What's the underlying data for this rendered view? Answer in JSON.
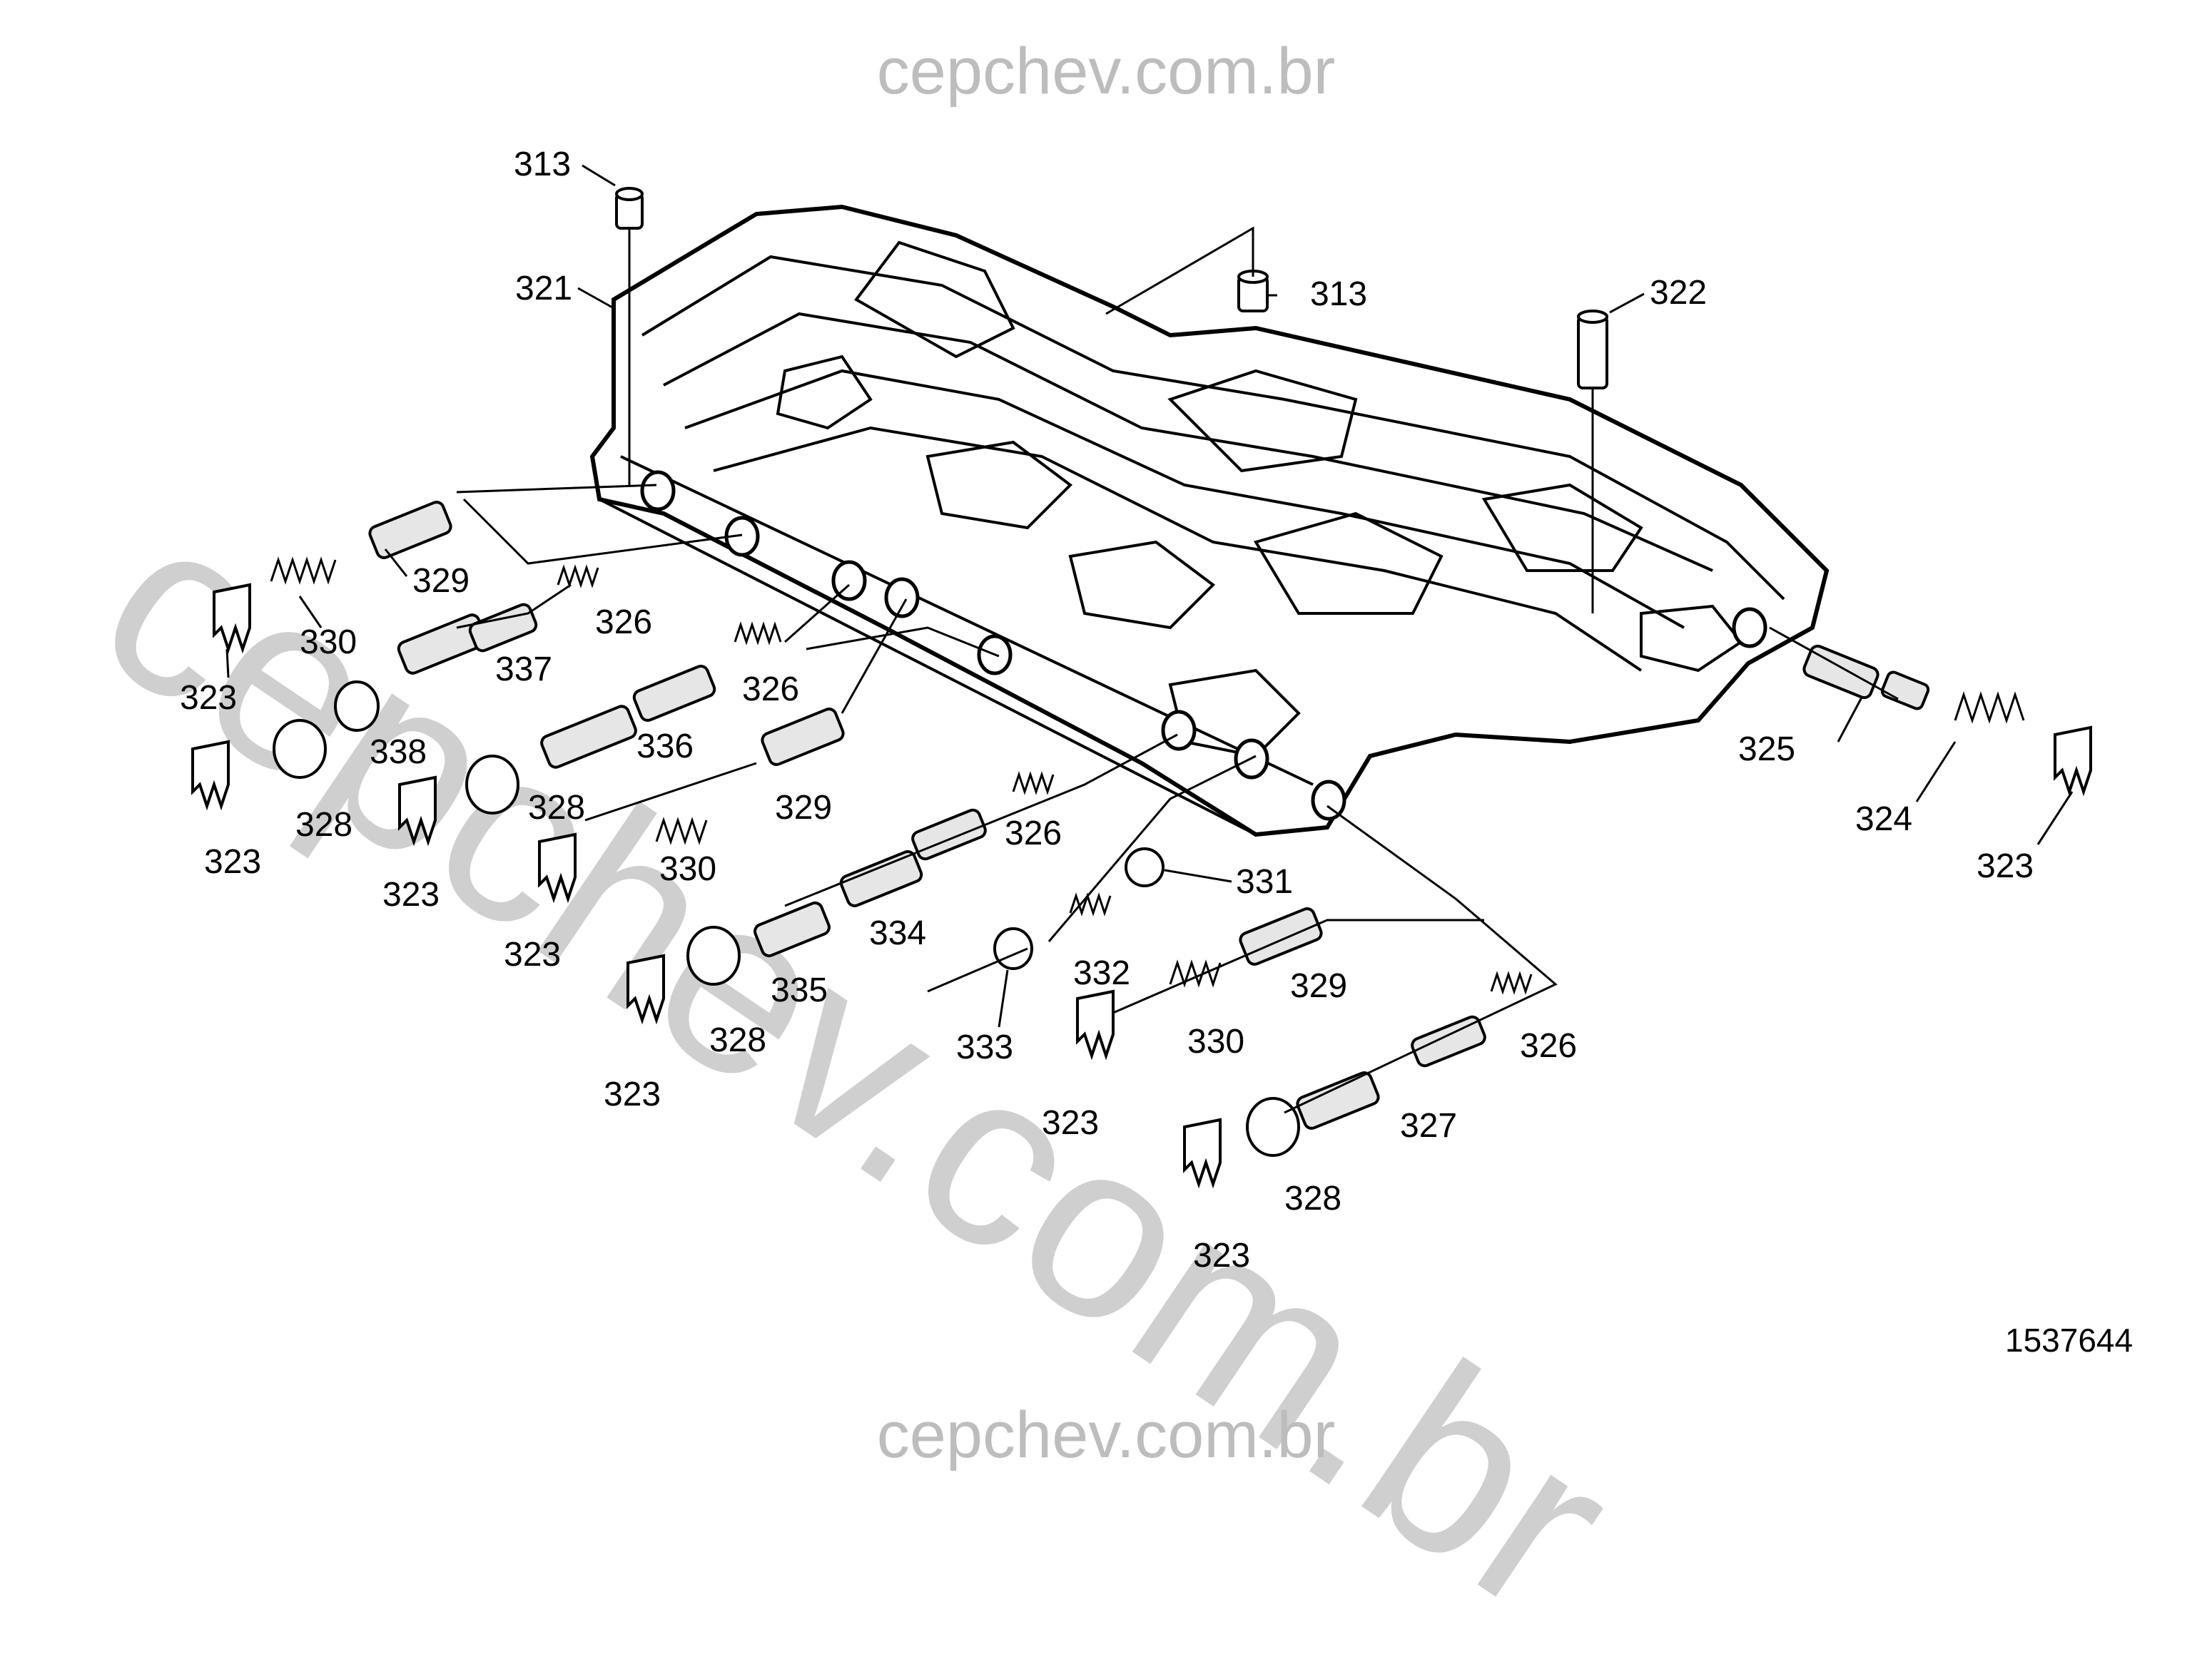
{
  "watermark": {
    "top": "cepchev.com.br",
    "bottom": "cepchev.com.br",
    "diagonal": "cepchev.com.br"
  },
  "figure_number": "1537644",
  "callouts": [
    {
      "id": "c313a",
      "text": "313"
    },
    {
      "id": "c313b",
      "text": "313"
    },
    {
      "id": "c321",
      "text": "321"
    },
    {
      "id": "c322",
      "text": "322"
    },
    {
      "id": "c329a",
      "text": "329"
    },
    {
      "id": "c330a",
      "text": "330"
    },
    {
      "id": "c323a",
      "text": "323"
    },
    {
      "id": "c326a",
      "text": "326"
    },
    {
      "id": "c337",
      "text": "337"
    },
    {
      "id": "c338",
      "text": "338"
    },
    {
      "id": "c328a",
      "text": "328"
    },
    {
      "id": "c323b",
      "text": "323"
    },
    {
      "id": "c326b",
      "text": "326"
    },
    {
      "id": "c336",
      "text": "336"
    },
    {
      "id": "c328b",
      "text": "328"
    },
    {
      "id": "c323c",
      "text": "323"
    },
    {
      "id": "c329b",
      "text": "329"
    },
    {
      "id": "c330b",
      "text": "330"
    },
    {
      "id": "c323d",
      "text": "323"
    },
    {
      "id": "c326c",
      "text": "326"
    },
    {
      "id": "c331",
      "text": "331"
    },
    {
      "id": "c334",
      "text": "334"
    },
    {
      "id": "c335",
      "text": "335"
    },
    {
      "id": "c328c",
      "text": "328"
    },
    {
      "id": "c323e",
      "text": "323"
    },
    {
      "id": "c332",
      "text": "332"
    },
    {
      "id": "c333",
      "text": "333"
    },
    {
      "id": "c329c",
      "text": "329"
    },
    {
      "id": "c330c",
      "text": "330"
    },
    {
      "id": "c323f",
      "text": "323"
    },
    {
      "id": "c326d",
      "text": "326"
    },
    {
      "id": "c327",
      "text": "327"
    },
    {
      "id": "c328d",
      "text": "328"
    },
    {
      "id": "c323g",
      "text": "323"
    },
    {
      "id": "c325",
      "text": "325"
    },
    {
      "id": "c324",
      "text": "324"
    },
    {
      "id": "c323h",
      "text": "323"
    }
  ]
}
